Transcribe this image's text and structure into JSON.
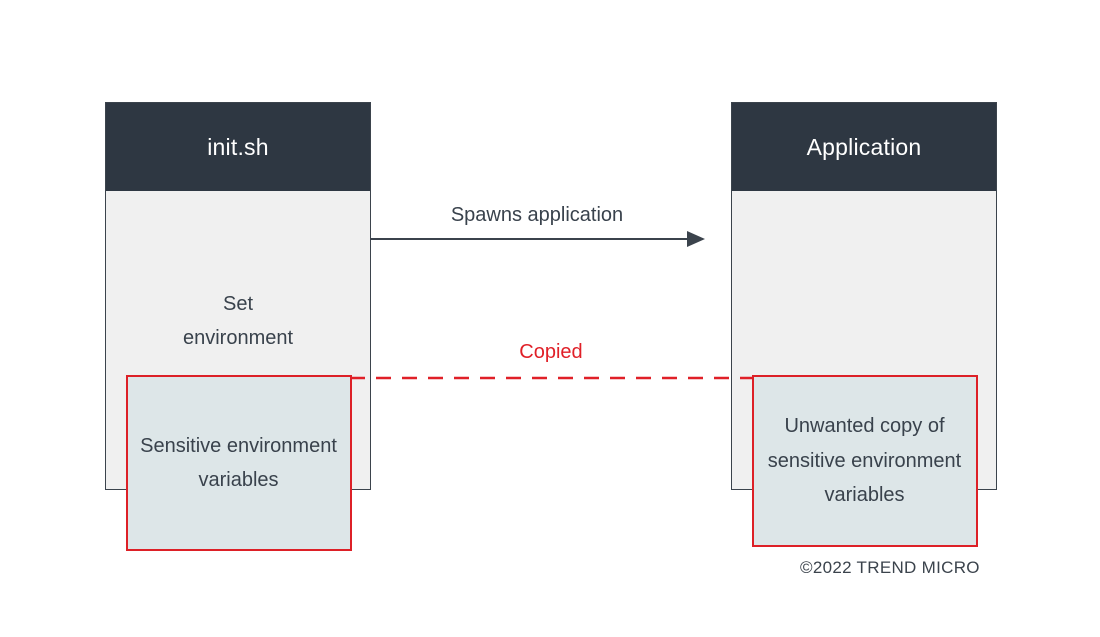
{
  "diagram": {
    "background_color": "#ffffff",
    "header_color": "#2e3742",
    "body_color": "#f0f0f0",
    "highlight_border_color": "#dd2027",
    "highlight_fill_color": "#dde6e8",
    "text_color": "#39424c",
    "nodes": [
      {
        "id": "init-sh",
        "title": "init.sh",
        "caption": "Set\nenvironment",
        "caption_line1": "Set",
        "caption_line2": "environment",
        "inner_box_text": "Sensitive environment variables"
      },
      {
        "id": "application",
        "title": "Application",
        "caption": "",
        "inner_box_text": "Unwanted copy of sensitive environment variables"
      }
    ],
    "edges": [
      {
        "id": "spawns",
        "label": "Spawns application",
        "style": "solid-arrow",
        "color": "#3b434c"
      },
      {
        "id": "copied",
        "label": "Copied",
        "style": "dashed",
        "color": "#e02028"
      }
    ],
    "copyright": "©2022 TREND MICRO"
  }
}
